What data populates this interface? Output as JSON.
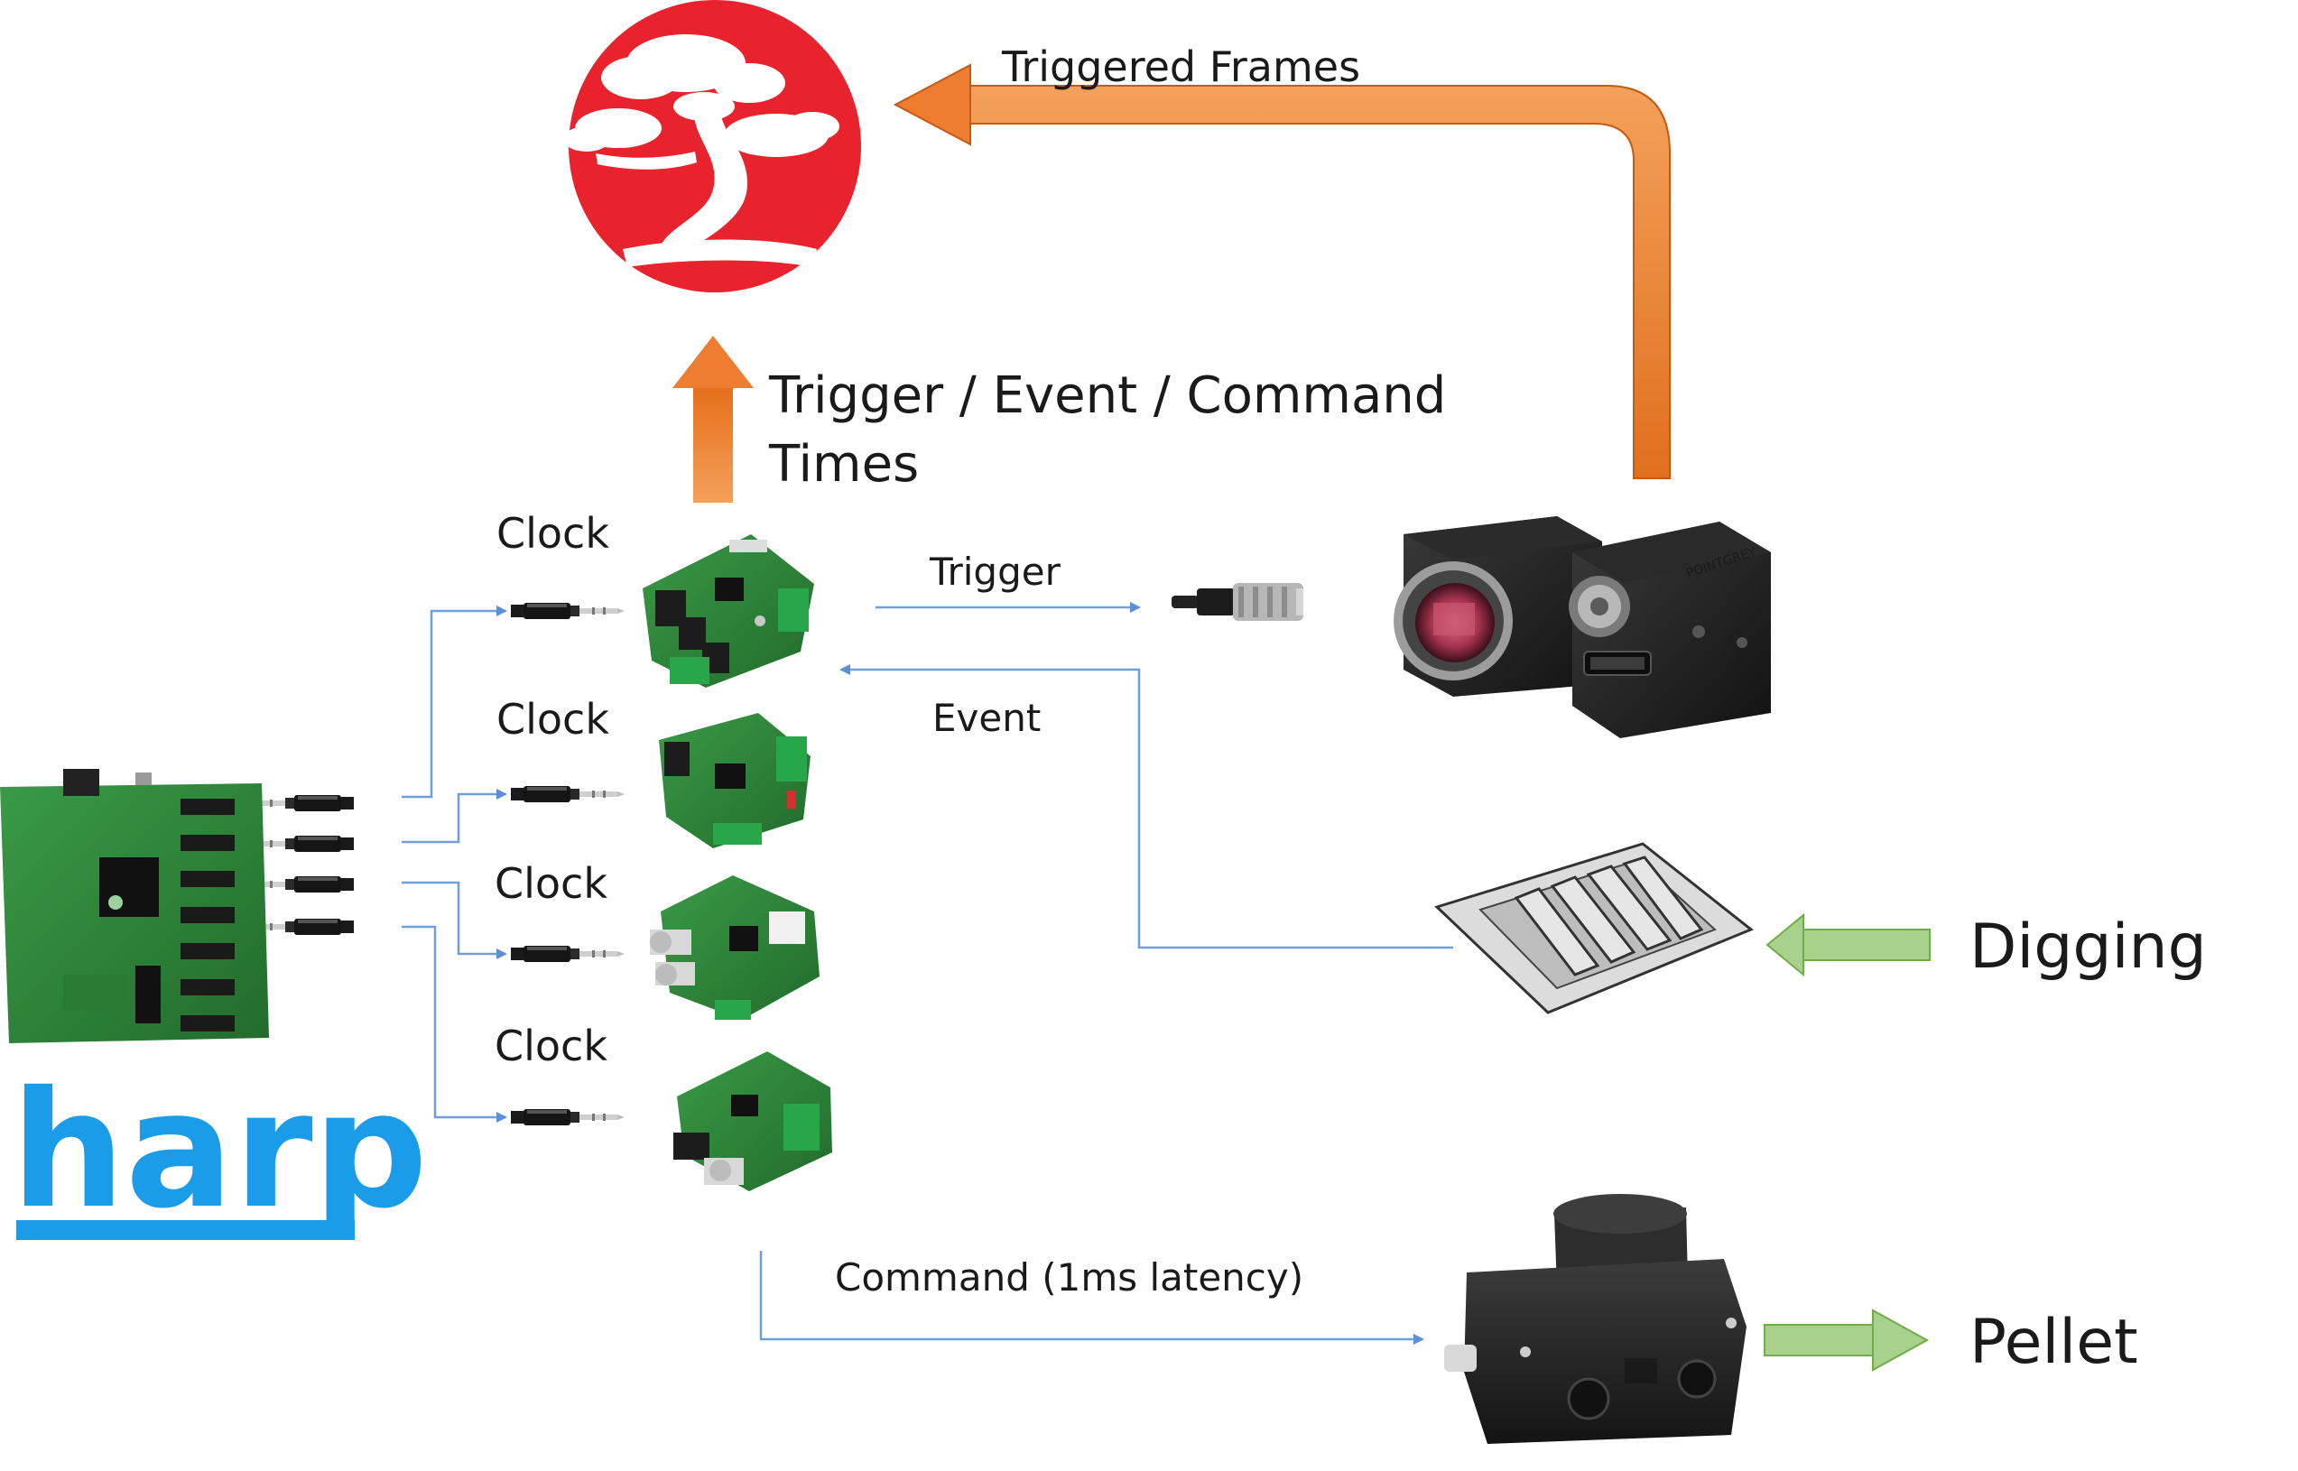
{
  "labels": {
    "triggered_frames": "Triggered Frames",
    "trigger_event_command_line1": "Trigger / Event / Command",
    "trigger_event_command_line2": "Times",
    "clock_1": "Clock",
    "clock_2": "Clock",
    "clock_3": "Clock",
    "clock_4": "Clock",
    "trigger": "Trigger",
    "event": "Event",
    "command": "Command (1ms latency)",
    "digging": "Digging",
    "pellet": "Pellet",
    "harp_logo": "harp"
  },
  "colors": {
    "bonsai_red": "#e8232d",
    "orange_arrow": "#ee7d31",
    "orange_arrow_edge": "#c55a11",
    "green_arrow": "#a9d18e",
    "green_arrow_edge": "#70ad47",
    "wire_blue": "#6f9fd8",
    "harp_blue": "#1b9ce8",
    "pcb_green": "#2f8a3c"
  },
  "icons": {
    "bonsai_logo": "bonsai-tree-icon",
    "camera": "camera-icon",
    "camera_connector": "camera-connector-icon",
    "digging_tray": "digging-tray-icon",
    "pellet_feeder": "pellet-feeder-icon",
    "audio_jack": "audio-jack-icon",
    "harp_board": "clock-synchronizer-board-icon"
  }
}
